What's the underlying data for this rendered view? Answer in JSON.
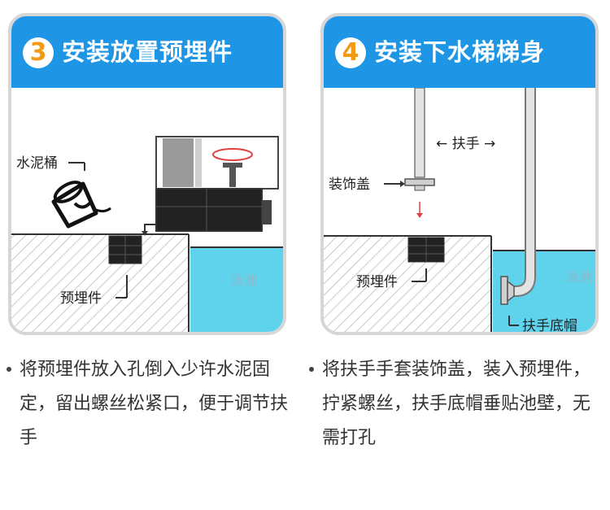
{
  "steps": [
    {
      "number": "3",
      "title": "安装放置预埋件",
      "labels": {
        "bucket": "水泥桶",
        "embed": "预埋件",
        "pool": "泳池"
      },
      "description": "将预埋件放入孔倒入少许水泥固定，留出螺丝松紧口，便于调节扶手"
    },
    {
      "number": "4",
      "title": "安装下水梯梯身",
      "labels": {
        "handrail": "扶手",
        "cover": "装饰盖",
        "embed": "预埋件",
        "pool": "泳池",
        "base_cap": "扶手底帽"
      },
      "description": "将扶手手套装饰盖，装入预埋件，拧紧螺丝，扶手底帽垂贴池壁，无需打孔"
    }
  ],
  "colors": {
    "header_blue": "#1f95e6",
    "number_orange": "#f39a14",
    "pool_blue": "#5fd3ec",
    "card_border": "#d6d6d6"
  }
}
